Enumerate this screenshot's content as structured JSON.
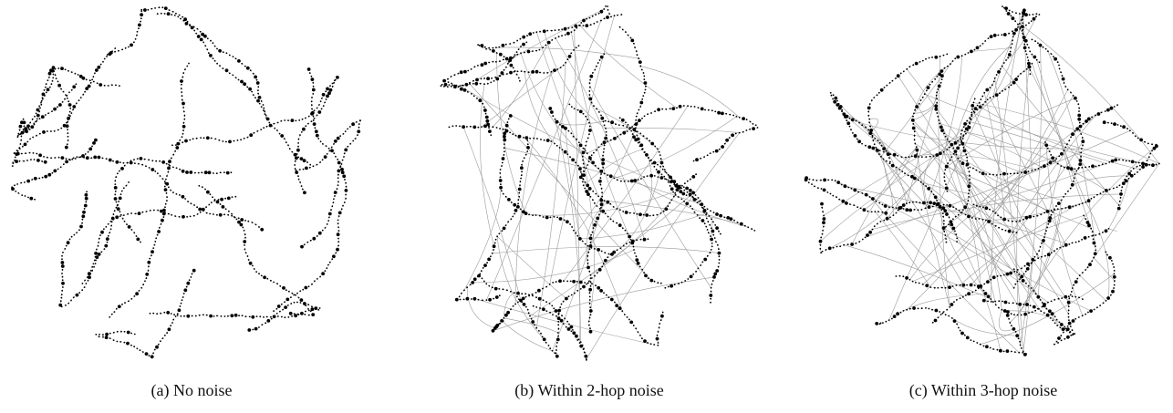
{
  "figure": {
    "panels": [
      {
        "caption": "(a) No noise",
        "noise_hops": 0
      },
      {
        "caption": "(b) Within 2-hop noise",
        "noise_hops": 2
      },
      {
        "caption": "(c) Within 3-hop noise",
        "noise_hops": 3
      }
    ]
  },
  "style": {
    "node_color": "#000000",
    "edge_color": "#9a9a9a",
    "background": "#ffffff"
  }
}
